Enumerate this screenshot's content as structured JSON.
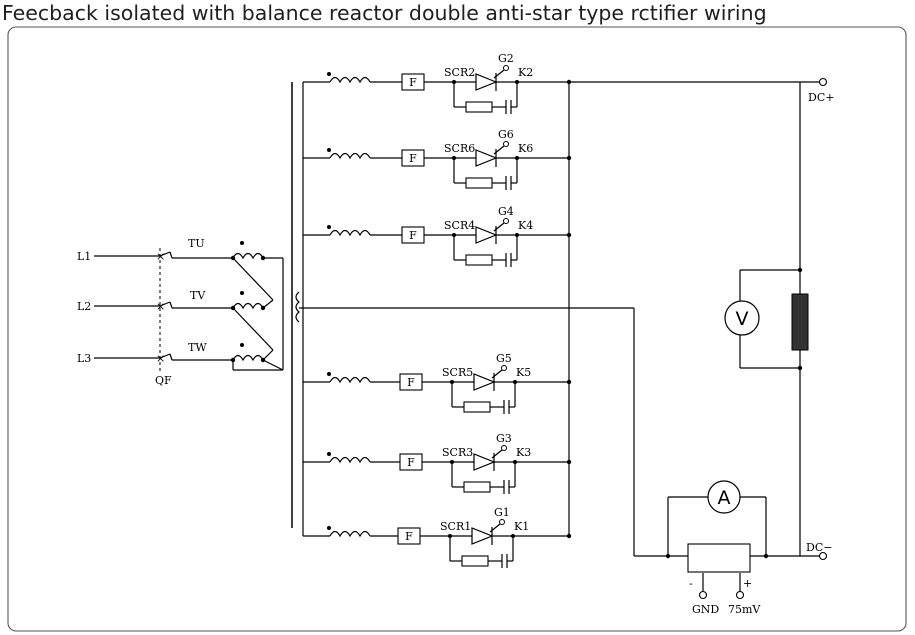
{
  "title": "Feecback isolated with balance reactor double anti-star type rctifier wiring",
  "inputs": [
    "L1",
    "L2",
    "L3"
  ],
  "breaker_label": "QF",
  "transformer_taps": [
    "TU",
    "TV",
    "TW"
  ],
  "fuse_label": "F",
  "branches": [
    {
      "scr": "SCR2",
      "gate": "G2",
      "cathode": "K2"
    },
    {
      "scr": "SCR6",
      "gate": "G6",
      "cathode": "K6"
    },
    {
      "scr": "SCR4",
      "gate": "G4",
      "cathode": "K4"
    },
    {
      "scr": "SCR5",
      "gate": "G5",
      "cathode": "K5"
    },
    {
      "scr": "SCR3",
      "gate": "G3",
      "cathode": "K3"
    },
    {
      "scr": "SCR1",
      "gate": "G1",
      "cathode": "K1"
    }
  ],
  "output": {
    "positive": "DC+",
    "negative": "DC−",
    "voltmeter": "V",
    "ammeter": "A",
    "shunt_minus": "-",
    "shunt_plus": "+",
    "gnd": "GND",
    "signal": "75mV"
  }
}
